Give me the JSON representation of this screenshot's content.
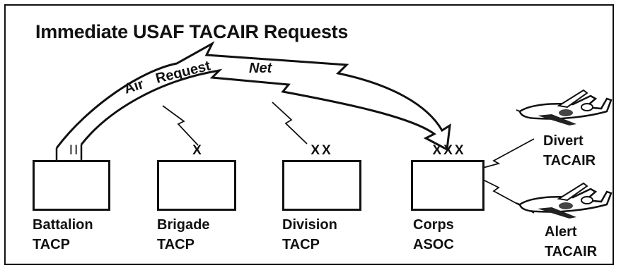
{
  "title": "Immediate USAF TACAIR Requests",
  "net": {
    "word1": "Air",
    "word2": "Request",
    "word3": "Net"
  },
  "nodes": [
    {
      "echelon": "II",
      "line1": "Battalion",
      "line2": "TACP"
    },
    {
      "echelon": "X",
      "line1": "Brigade",
      "line2": "TACP"
    },
    {
      "echelon": "XX",
      "line1": "Division",
      "line2": "TACP"
    },
    {
      "echelon": "XXX",
      "line1": "Corps",
      "line2": "ASOC"
    }
  ],
  "aircraft": [
    {
      "line1": "Divert",
      "line2": "TACAIR"
    },
    {
      "line1": "Alert",
      "line2": "TACAIR"
    }
  ]
}
